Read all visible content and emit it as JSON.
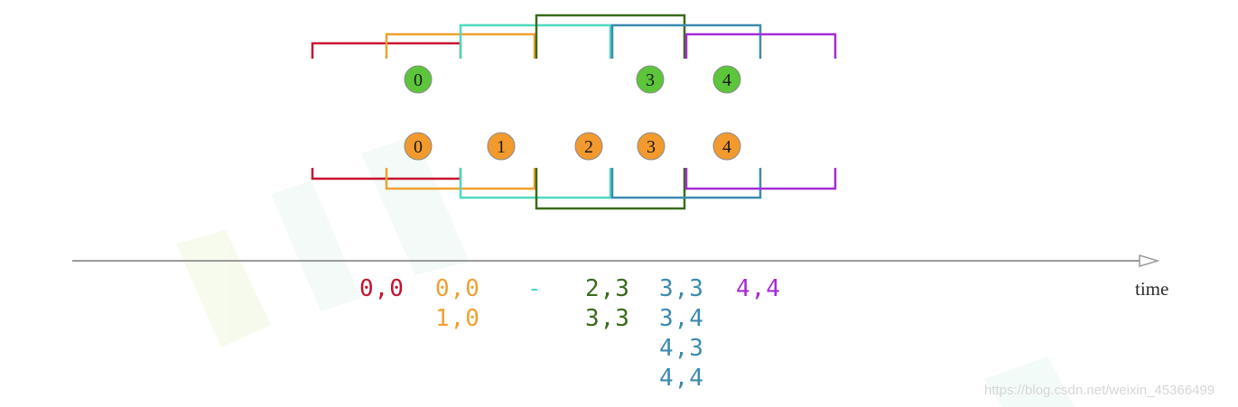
{
  "diagram": {
    "axis_label": "time",
    "watermark_url": "https://blog.csdn.net/weixin_45366499",
    "colors": {
      "red": "#c8102e",
      "orange": "#f0a030",
      "cyan": "#4fd8c0",
      "darkgreen": "#3a6b1c",
      "steelblue": "#3b8bb0",
      "purple": "#a32cd6",
      "green_node": "#5cc53a",
      "orange_node": "#f29a2e",
      "axis": "#9a9a9a"
    },
    "top_stream": {
      "nodes": [
        {
          "label": "0"
        },
        {
          "label": "3"
        },
        {
          "label": "4"
        }
      ]
    },
    "bottom_stream": {
      "nodes": [
        {
          "label": "0"
        },
        {
          "label": "1"
        },
        {
          "label": "2"
        },
        {
          "label": "3"
        },
        {
          "label": "4"
        }
      ]
    },
    "windows": [
      {
        "color": "red"
      },
      {
        "color": "orange"
      },
      {
        "color": "cyan"
      },
      {
        "color": "darkgreen"
      },
      {
        "color": "steelblue"
      },
      {
        "color": "purple"
      }
    ],
    "results": [
      {
        "color": "red",
        "pairs": [
          "0,0"
        ]
      },
      {
        "color": "orange",
        "pairs": [
          "0,0",
          "1,0"
        ]
      },
      {
        "color": "cyan",
        "pairs": [
          "-"
        ]
      },
      {
        "color": "darkgreen",
        "pairs": [
          "2,3",
          "3,3"
        ]
      },
      {
        "color": "steelblue",
        "pairs": [
          "3,3",
          "3,4",
          "4,3",
          "4,4"
        ]
      },
      {
        "color": "purple",
        "pairs": [
          "4,4"
        ]
      }
    ]
  }
}
